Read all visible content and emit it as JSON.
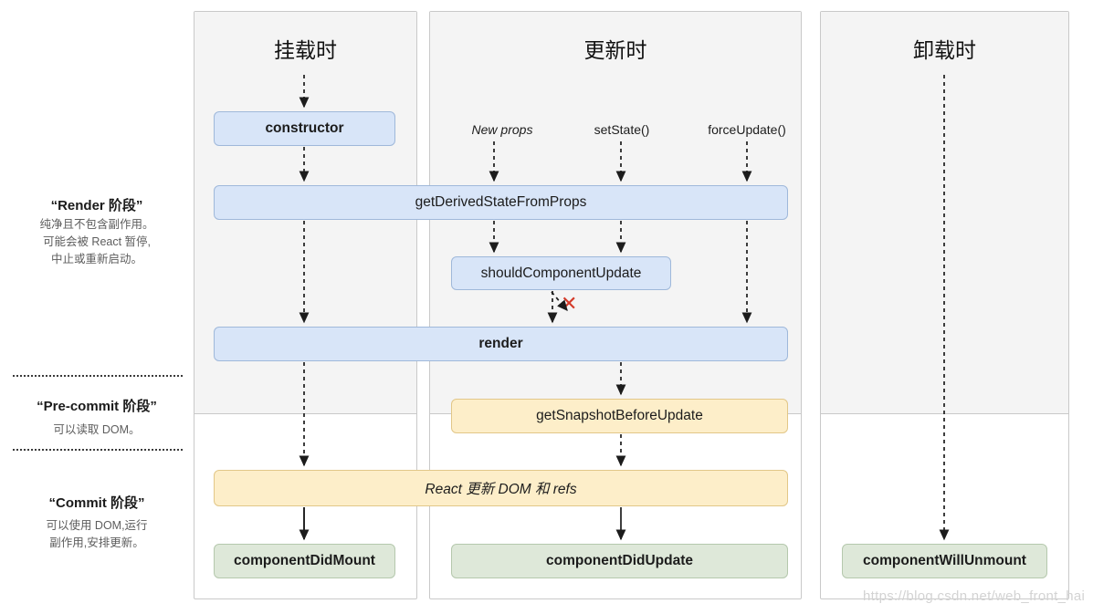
{
  "legend": {
    "phases": [
      {
        "title": "“Render 阶段”",
        "body": "纯净且不包含副作用。\n可能会被 React 暂停,\n中止或重新启动。"
      },
      {
        "title": "“Pre-commit 阶段”",
        "body": "可以读取 DOM。"
      },
      {
        "title": "“Commit 阶段”",
        "body": "可以使用 DOM,运行\n副作用,安排更新。"
      }
    ]
  },
  "columns": [
    {
      "title": "挂载时"
    },
    {
      "title": "更新时"
    },
    {
      "title": "卸载时"
    }
  ],
  "triggers": [
    {
      "label": "New props",
      "style": "italic"
    },
    {
      "label": "setState()",
      "style": "normal"
    },
    {
      "label": "forceUpdate()",
      "style": "normal"
    }
  ],
  "boxes": {
    "constructor": "constructor",
    "get_derived_state_from_props": "getDerivedStateFromProps",
    "should_component_update": "shouldComponentUpdate",
    "render": "render",
    "get_snapshot_before_update": "getSnapshotBeforeUpdate",
    "react_updates_dom": "React 更新 DOM 和 refs",
    "component_did_mount": "componentDidMount",
    "component_did_update": "componentDidUpdate",
    "component_will_unmount": "componentWillUnmount"
  },
  "markers": {
    "skip_render_x": "✕"
  },
  "watermark": "https://blog.csdn.net/web_front_hai",
  "colors": {
    "box_blue_fill": "#d8e5f8",
    "box_blue_border": "#9fb8da",
    "box_orange_fill": "#fdeec9",
    "box_orange_border": "#e2c788",
    "box_green_fill": "#dee8d9",
    "box_green_border": "#b5c8ad",
    "panel_gray": "#f4f4f4",
    "panel_border": "#c9c9c9",
    "skip_marker": "#d43b2a",
    "arrow": "#1c1c1c"
  }
}
